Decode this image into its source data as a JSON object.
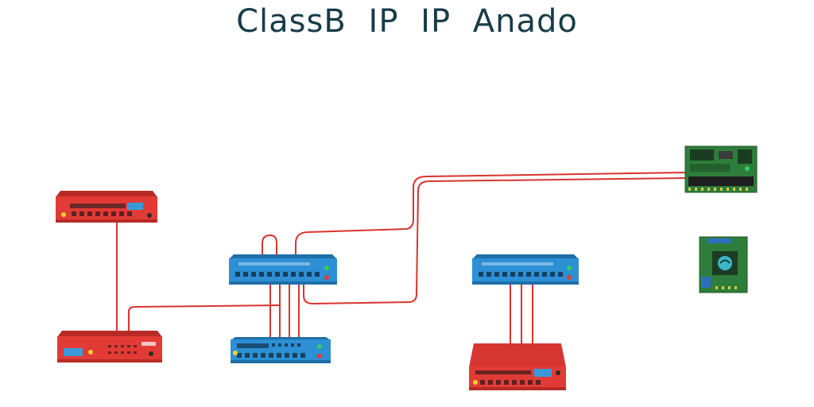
{
  "title": "ClassB IP IP Anado",
  "colors": {
    "title": "#183c48",
    "cable": "#d8342e",
    "router_red": "#e23b36",
    "router_red_dark": "#b82a26",
    "switch_blue": "#2d8fd4",
    "switch_blue_dark": "#1f6fa8",
    "board_green": "#2e7d3a",
    "screen": "#3a9ad9"
  },
  "devices": [
    {
      "name": "router-top-left",
      "kind": "red-router"
    },
    {
      "name": "router-bottom-left",
      "kind": "red-router"
    },
    {
      "name": "switch-center-top",
      "kind": "blue-switch"
    },
    {
      "name": "switch-center-bottom",
      "kind": "blue-switch"
    },
    {
      "name": "switch-right",
      "kind": "blue-switch"
    },
    {
      "name": "router-bottom-right",
      "kind": "red-router"
    },
    {
      "name": "circuit-board-large",
      "kind": "pcb"
    },
    {
      "name": "circuit-board-small",
      "kind": "pcb"
    }
  ]
}
